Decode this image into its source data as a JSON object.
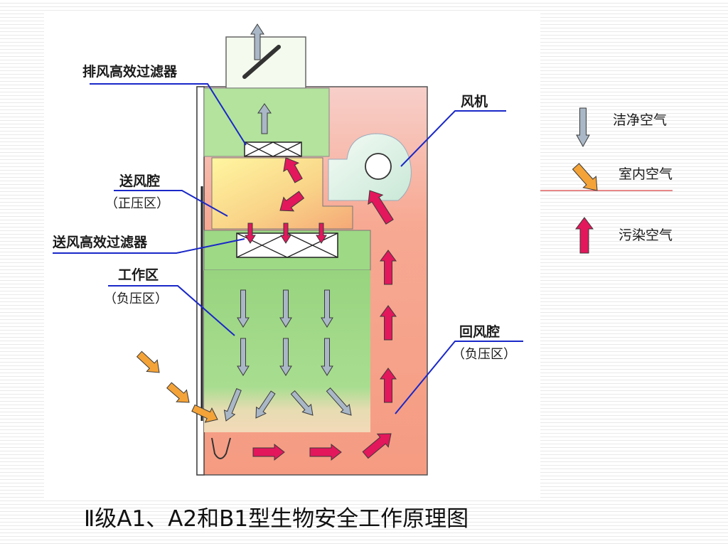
{
  "labels": {
    "exhaust_filter": "排风高效过滤器",
    "fan": "风机",
    "supply_plenum": "送风腔",
    "supply_plenum_sub": "（正压区）",
    "supply_filter": "送风高效过滤器",
    "work_zone": "工作区",
    "work_zone_sub": "（负压区）",
    "return_plenum": "回风腔",
    "return_plenum_sub": "（负压区）"
  },
  "legend": [
    {
      "label": "洁净空气",
      "icon": "clean-air-arrow-icon",
      "color": "#a9b7c6"
    },
    {
      "label": "室内空气",
      "icon": "room-air-arrow-icon",
      "color": "#f4a338"
    },
    {
      "label": "污染空气",
      "icon": "contaminated-air-arrow-icon",
      "color": "#e3175c"
    }
  ],
  "caption": "Ⅱ级A1、A2和B1型生物安全工作原理图",
  "colors": {
    "leader_line": "#1a28c8",
    "clean": "#a9b7c6",
    "room": "#f4a338",
    "contaminated": "#e3175c",
    "green_zone": "#a8dd90",
    "return_zone": "#f59b82"
  }
}
